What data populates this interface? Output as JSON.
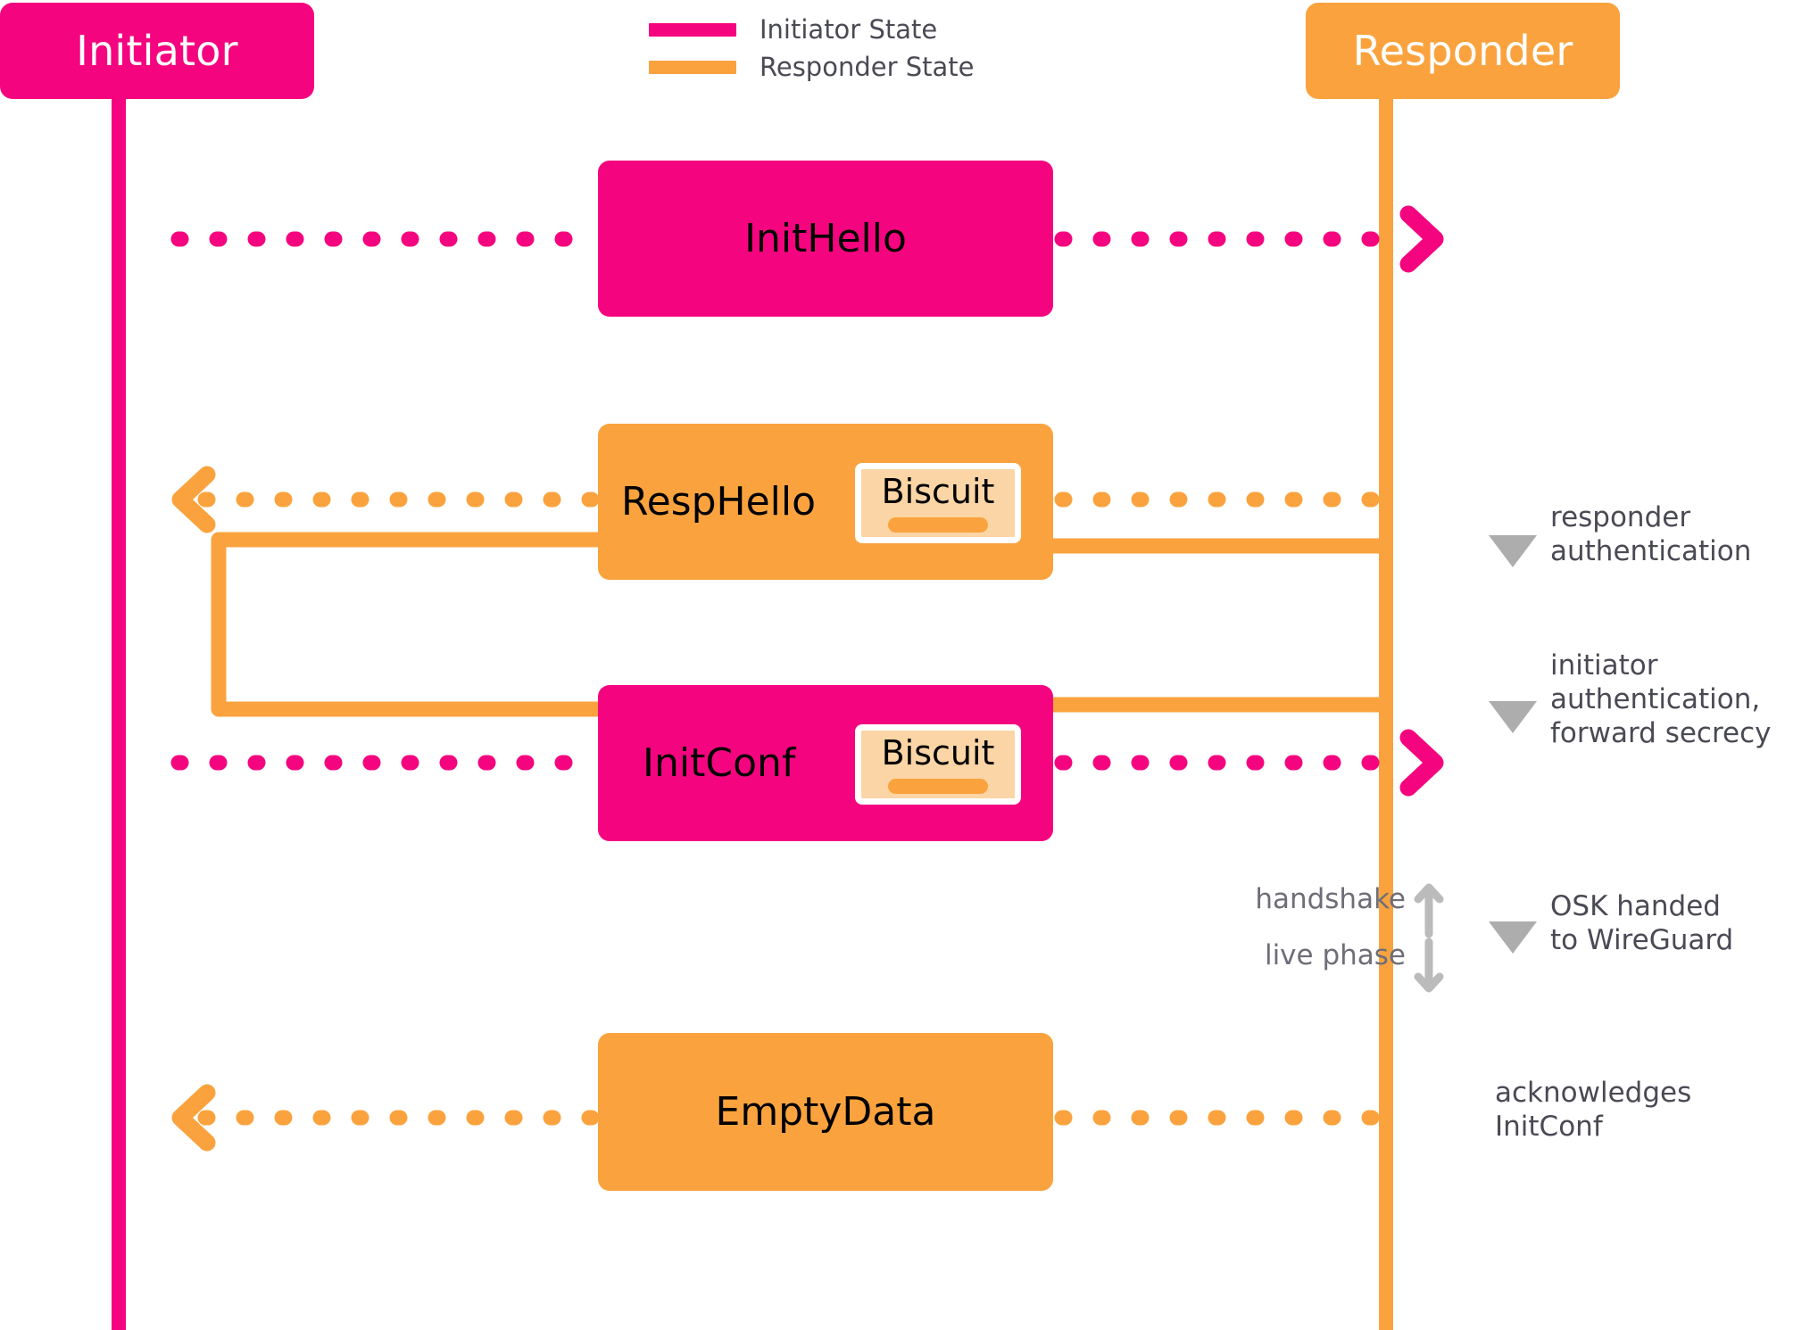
{
  "colors": {
    "initiator": "#F5047F",
    "responder": "#FAA33E",
    "biscuit_fill": "#FBD5A5",
    "note_text": "#4A4A55",
    "marker_gray": "#ADADAD",
    "phase_arrow": "#BBBBBB"
  },
  "actors": {
    "initiator": {
      "label": "Initiator"
    },
    "responder": {
      "label": "Responder"
    }
  },
  "legend": {
    "items": [
      {
        "label": "Initiator State",
        "color": "#F5047F",
        "icon": "legend-swatch-initiator"
      },
      {
        "label": "Responder State",
        "color": "#FAA33E",
        "icon": "legend-swatch-responder"
      }
    ]
  },
  "messages": [
    {
      "id": "inithello",
      "label": "InitHello",
      "owner": "initiator",
      "direction": "right",
      "has_biscuit": false
    },
    {
      "id": "resphello",
      "label": "RespHello",
      "owner": "responder",
      "direction": "left",
      "has_biscuit": true,
      "biscuit_label": "Biscuit"
    },
    {
      "id": "initconf",
      "label": "InitConf",
      "owner": "initiator",
      "direction": "right",
      "has_biscuit": true,
      "biscuit_label": "Biscuit"
    },
    {
      "id": "emptydata",
      "label": "EmptyData",
      "owner": "responder",
      "direction": "left",
      "has_biscuit": false
    }
  ],
  "notes": [
    {
      "id": "responder-auth",
      "text": "responder\nauthentication",
      "marker": "triangle-down"
    },
    {
      "id": "initiator-auth",
      "text": "initiator\nauthentication,\nforward secrecy",
      "marker": "triangle-down"
    },
    {
      "id": "osk-handed",
      "text": "OSK handed\nto WireGuard",
      "marker": "triangle-down"
    },
    {
      "id": "acknowledges-initconf",
      "text": "acknowledges\nInitConf",
      "marker": "none"
    }
  ],
  "phases": [
    {
      "id": "handshake",
      "label": "handshake",
      "arrow": "arrow-up-icon"
    },
    {
      "id": "live-phase",
      "label": "live phase",
      "arrow": "arrow-down-icon"
    }
  ]
}
